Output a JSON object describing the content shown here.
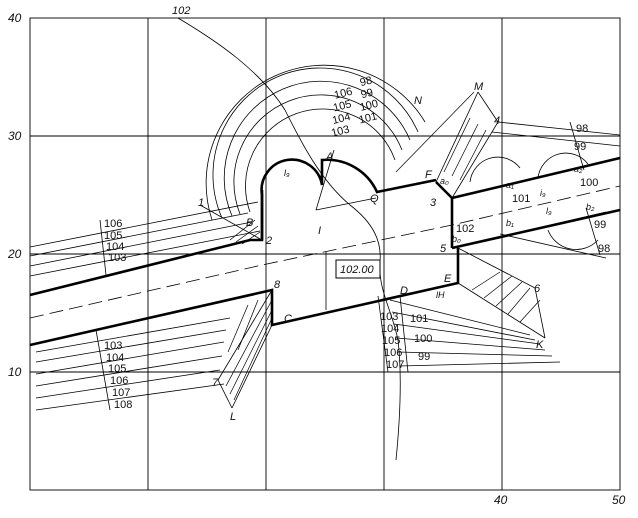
{
  "axes": {
    "left": [
      "40",
      "30",
      "20",
      "10"
    ],
    "bottom": [
      "40",
      "50"
    ]
  },
  "plan": {
    "platform_elevation": "102.00",
    "contour_102": "102",
    "points": {
      "A": "A",
      "B": "B",
      "C": "C",
      "D": "D",
      "E": "E",
      "F": "F",
      "K": "K",
      "L": "L",
      "M": "M",
      "N": "N",
      "Q": "Q",
      "p1": "1",
      "p2": "2",
      "p3": "3",
      "p4": "4",
      "p5": "5",
      "p6": "6",
      "p7": "7",
      "p8": "8"
    },
    "arc_labels": [
      "106",
      "105",
      "104",
      "103"
    ],
    "arc_labels_right": [
      "98",
      "99",
      "100",
      "101"
    ],
    "left_fill_top": [
      "106",
      "105",
      "104",
      "103"
    ],
    "left_fill_bottom": [
      "103",
      "104",
      "105",
      "106",
      "107",
      "108"
    ],
    "cut_D": [
      "103",
      "104",
      "105",
      "106",
      "107"
    ],
    "cut_D_right": [
      "101",
      "100",
      "99"
    ],
    "right_top": [
      "98",
      "99",
      "100"
    ],
    "right_mid": [
      "101"
    ],
    "right_low": [
      "102"
    ],
    "right_bottom": [
      "99",
      "98"
    ],
    "small": {
      "a0": "a₀",
      "b0": "b₀",
      "a1": "a₁",
      "a2": "a₂",
      "b1": "b₁",
      "b2": "b₂",
      "i9": "i₉",
      "l9": "l₉",
      "l9b": "l₉",
      "lH": "lН",
      "I": "I"
    }
  }
}
